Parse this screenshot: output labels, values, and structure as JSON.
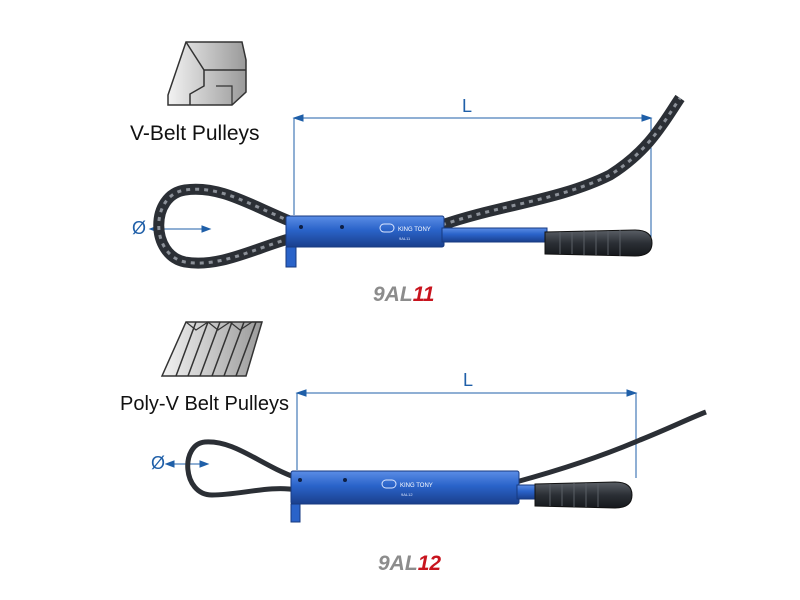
{
  "top": {
    "pulley_label": "V-Belt Pulleys",
    "dimension_label": "L",
    "diameter_symbol": "Ø",
    "model_prefix": "9AL",
    "model_suffix": "11",
    "handle_brand": "KING TONY",
    "handle_code": "9AL11"
  },
  "bottom": {
    "pulley_label": "Poly-V Belt Pulleys",
    "dimension_label": "L",
    "diameter_symbol": "Ø",
    "model_prefix": "9AL",
    "model_suffix": "12",
    "handle_brand": "KING TONY",
    "handle_code": "9AL12"
  },
  "colors": {
    "tool_blue": "#2a63c9",
    "dimension_blue": "#1f5fa8",
    "belt_dark": "#2b2f35",
    "model_gray": "#8c8c8c",
    "model_red": "#c8141e"
  }
}
